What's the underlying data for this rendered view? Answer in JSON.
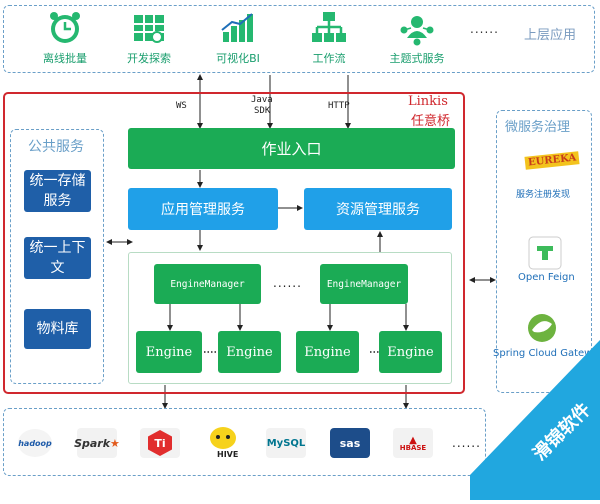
{
  "top_layer": {
    "label": "上层应用",
    "ellipsis": "......",
    "items": [
      {
        "label": "离线批量",
        "icon": "clock-icon"
      },
      {
        "label": "开发探索",
        "icon": "map-grid-icon"
      },
      {
        "label": "可视化BI",
        "icon": "bar-chart-icon"
      },
      {
        "label": "工作流",
        "icon": "org-chart-icon"
      },
      {
        "label": "主题式服务",
        "icon": "user-network-icon"
      }
    ]
  },
  "connectors": {
    "ws": "WS",
    "java_sdk_1": "Java",
    "java_sdk_2": "SDK",
    "http": "HTTP"
  },
  "linkis": {
    "title": "Linkis",
    "subtitle": "任意桥",
    "entry": "作业入口",
    "app_mgmt": "应用管理服务",
    "resource_mgmt": "资源管理服务",
    "engine_manager_1": "EngineManager",
    "engine_manager_2": "EngineManager",
    "mgr_ellipsis": "......",
    "engines": [
      "Engine",
      "Engine",
      "Engine",
      "Engine"
    ]
  },
  "public_services": {
    "title": "公共服务",
    "items": [
      "统一存储服务",
      "统一上下文",
      "物料库"
    ]
  },
  "microservice": {
    "title": "微服务治理",
    "items": [
      {
        "label": "服务注册发现",
        "logo": "EUREKA"
      },
      {
        "label": "Open Feign",
        "logo": "feign-icon"
      },
      {
        "label": "Spring Cloud Gateway",
        "logo": "gateway-icon"
      }
    ]
  },
  "bottom_layer": {
    "ellipsis": "......",
    "logos": [
      {
        "name": "hadoop-logo",
        "text": "hadoop"
      },
      {
        "name": "spark-logo",
        "text": "Spark"
      },
      {
        "name": "tidb-logo",
        "text": "Ti"
      },
      {
        "name": "hive-logo",
        "text": "HIVE"
      },
      {
        "name": "mysql-logo",
        "text": "MySQL"
      },
      {
        "name": "sas-logo",
        "text": "sas"
      },
      {
        "name": "hbase-logo",
        "text": "HBASE"
      }
    ]
  },
  "watermark": {
    "text": "滑锦软件"
  },
  "colors": {
    "green": "#1bab55",
    "blue": "#20a0e8",
    "navy": "#1f5fa8",
    "red_border": "#d0282e",
    "dash_border": "#6a9fc8"
  }
}
